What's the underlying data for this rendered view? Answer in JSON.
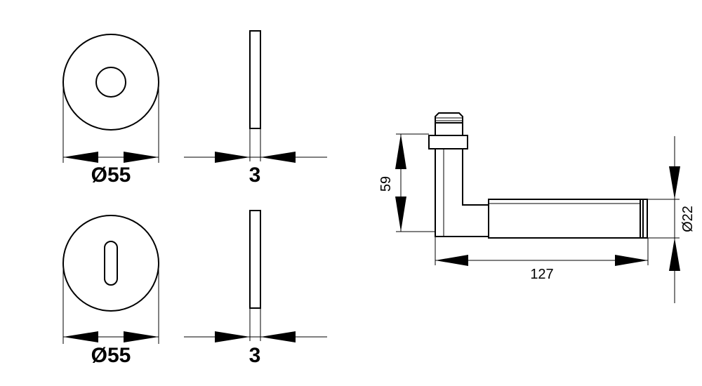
{
  "dimensions": {
    "rose_diameter_top": "Ø55",
    "rose_thickness_top": "3",
    "rose_diameter_bottom": "Ø55",
    "rose_thickness_bottom": "3",
    "lever_height": "59",
    "lever_length": "127",
    "grip_diameter": "Ø22"
  }
}
